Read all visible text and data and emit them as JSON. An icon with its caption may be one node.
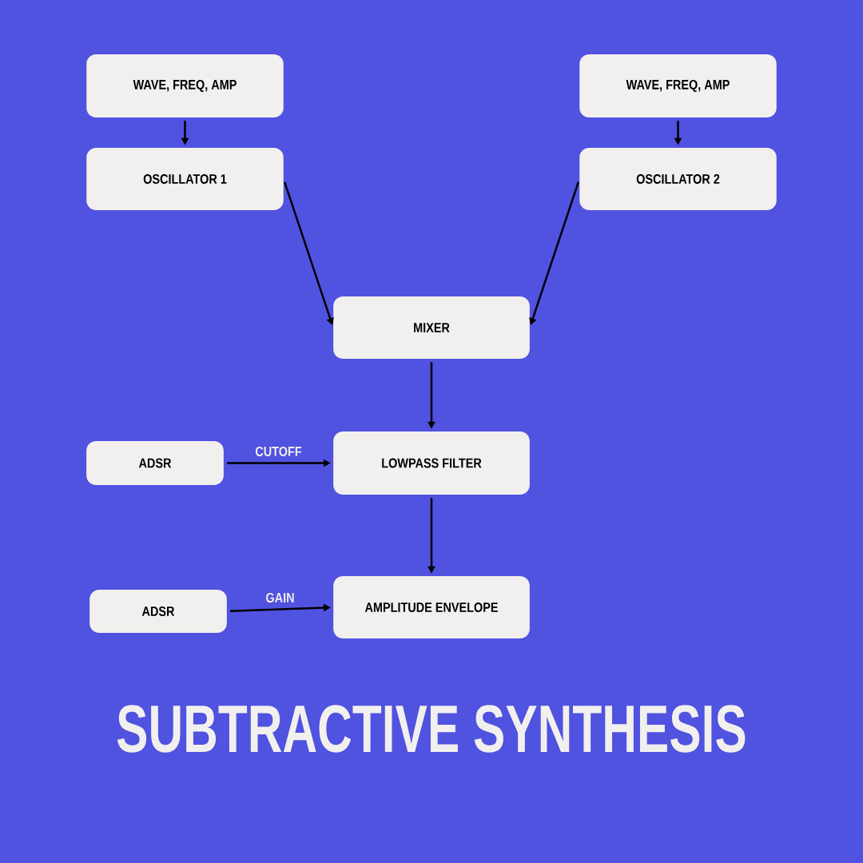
{
  "diagram": {
    "title": "SUBTRACTIVE SYNTHESIS",
    "nodes": [
      {
        "text": [
          "WAVE, FREQ, AMP"
        ]
      },
      {
        "text": [
          "OSCILLATOR 1"
        ]
      },
      {
        "text": [
          "WAVE, FREQ, AMP"
        ]
      },
      {
        "text": [
          "OSCILLATOR 2"
        ]
      },
      {
        "text": [
          "MIXER"
        ]
      },
      {
        "text": [
          "ADSR"
        ]
      },
      {
        "text": [
          "LOWPASS FILTER"
        ]
      },
      {
        "text": [
          "ADSR"
        ]
      },
      {
        "text": [
          "AMPLITUDE ENVELOPE"
        ]
      }
    ],
    "edges": [
      {
        "from": 0,
        "to": 1,
        "arrow": "to"
      },
      {
        "from": 2,
        "to": 3,
        "arrow": "to"
      },
      {
        "from": 1,
        "to": 4,
        "arrow": "to"
      },
      {
        "from": 3,
        "to": 4,
        "arrow": "to"
      },
      {
        "from": 4,
        "to": 6,
        "arrow": "to"
      },
      {
        "from": 5,
        "to": 6,
        "arrow": "to",
        "label": "CUTOFF"
      },
      {
        "from": 6,
        "to": 8,
        "arrow": "to"
      },
      {
        "from": 7,
        "to": 8,
        "arrow": "to",
        "label": "GAIN"
      }
    ]
  }
}
